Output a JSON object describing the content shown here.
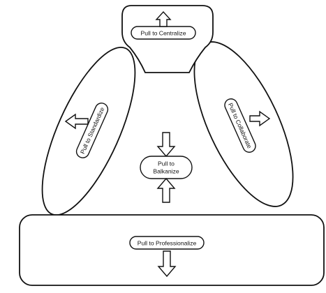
{
  "diagram": {
    "centralize": "Pull to Centralize",
    "standardize": "Pull to Standardize",
    "collaborate": "Pull to Collaborate",
    "balkanize_line1": "Pull to",
    "balkanize_line2": "Balkanize",
    "professionalize": "Pull to Professionalize"
  }
}
